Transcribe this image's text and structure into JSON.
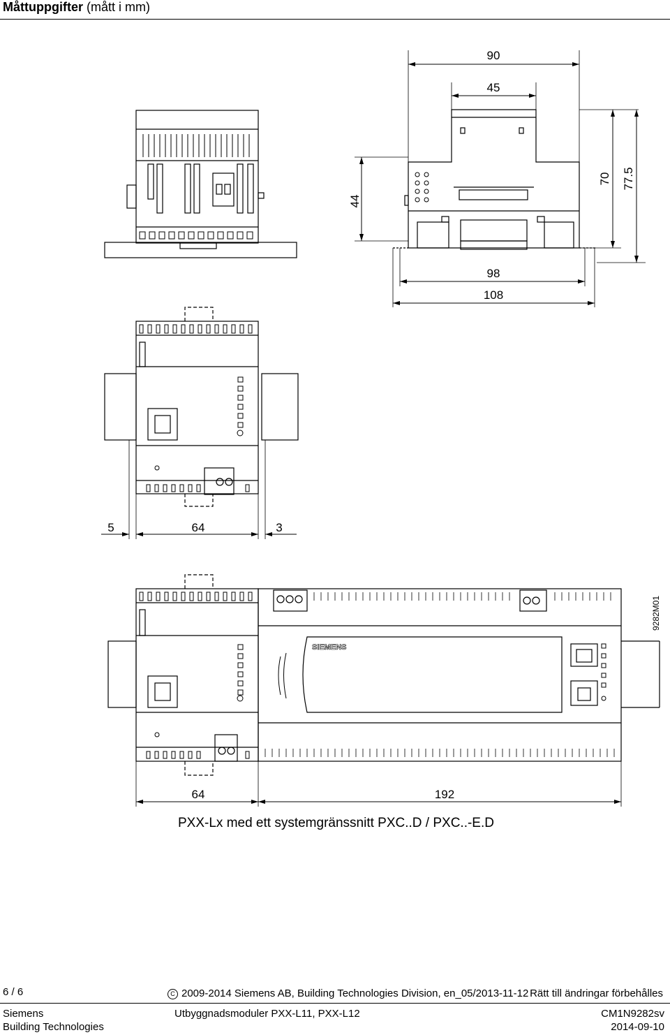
{
  "header": {
    "title_bold": "Måttuppgifter",
    "title_rest": " (mått i mm)"
  },
  "dimensions": {
    "d90": "90",
    "d45": "45",
    "d70": "70",
    "d77_5": "77.5",
    "d44": "44",
    "d98": "98",
    "d108": "108",
    "d5": "5",
    "d64": "64",
    "d3": "3",
    "d64b": "64",
    "d192": "192"
  },
  "drawing_id": "9282M01",
  "brand_mark": "SIEMENS",
  "caption": "PXX-Lx med ett systemgränssnitt PXC..D / PXC..-E.D",
  "footer": {
    "page": "6 / 6",
    "copyright": "2009-2014 Siemens AB, Building Technologies Division, en_05/2013-11-12",
    "rights": "Rätt till ändringar förbehålles",
    "company": "Siemens",
    "division": "Building Technologies",
    "product": "Utbyggnadsmoduler PXX-L11, PXX-L12",
    "doc_number": "CM1N9282sv",
    "date": "2014-09-10"
  }
}
